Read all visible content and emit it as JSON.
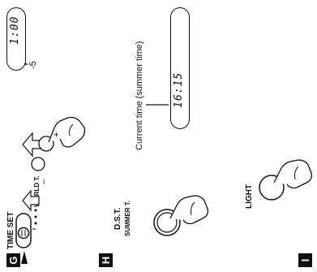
{
  "sections": {
    "g": {
      "badge": "G",
      "label": "TIME SET",
      "world_label": "WORLD T.",
      "display_value": "1:00",
      "offset_value": "-5",
      "plus": "+",
      "minus": "–"
    },
    "h": {
      "badge": "H",
      "dst_line1": "D.S.T.",
      "dst_line2": "SUMMER T.",
      "caption": "Current time (summer time)",
      "display_value": "16:15"
    },
    "i": {
      "badge": "I",
      "label": "LIGHT"
    }
  }
}
